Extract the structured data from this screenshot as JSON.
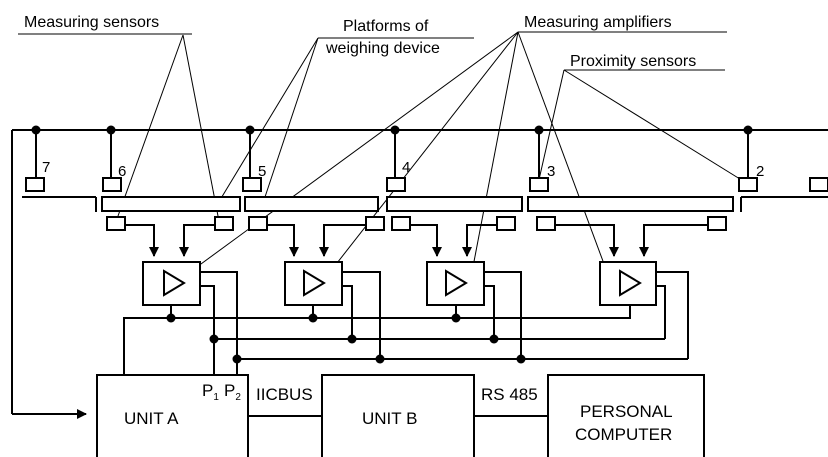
{
  "labels": {
    "measuring_sensors": "Measuring sensors",
    "platforms_line1": "Platforms of",
    "platforms_line2": "weighing device",
    "measuring_amplifiers": "Measuring amplifiers",
    "proximity_sensors": "Proximity sensors"
  },
  "proximity_numbers": [
    "7",
    "6",
    "5",
    "4",
    "3",
    "2"
  ],
  "blocks": {
    "unit_a": "UNIT A",
    "unit_b": "UNIT B",
    "pc_line1": "PERSONAL",
    "pc_line2": "COMPUTER"
  },
  "ports": {
    "p": "P",
    "p1_sub": "1",
    "p2_sub": "2"
  },
  "buses": {
    "iicbus": "IICBUS",
    "rs485": "RS 485"
  }
}
